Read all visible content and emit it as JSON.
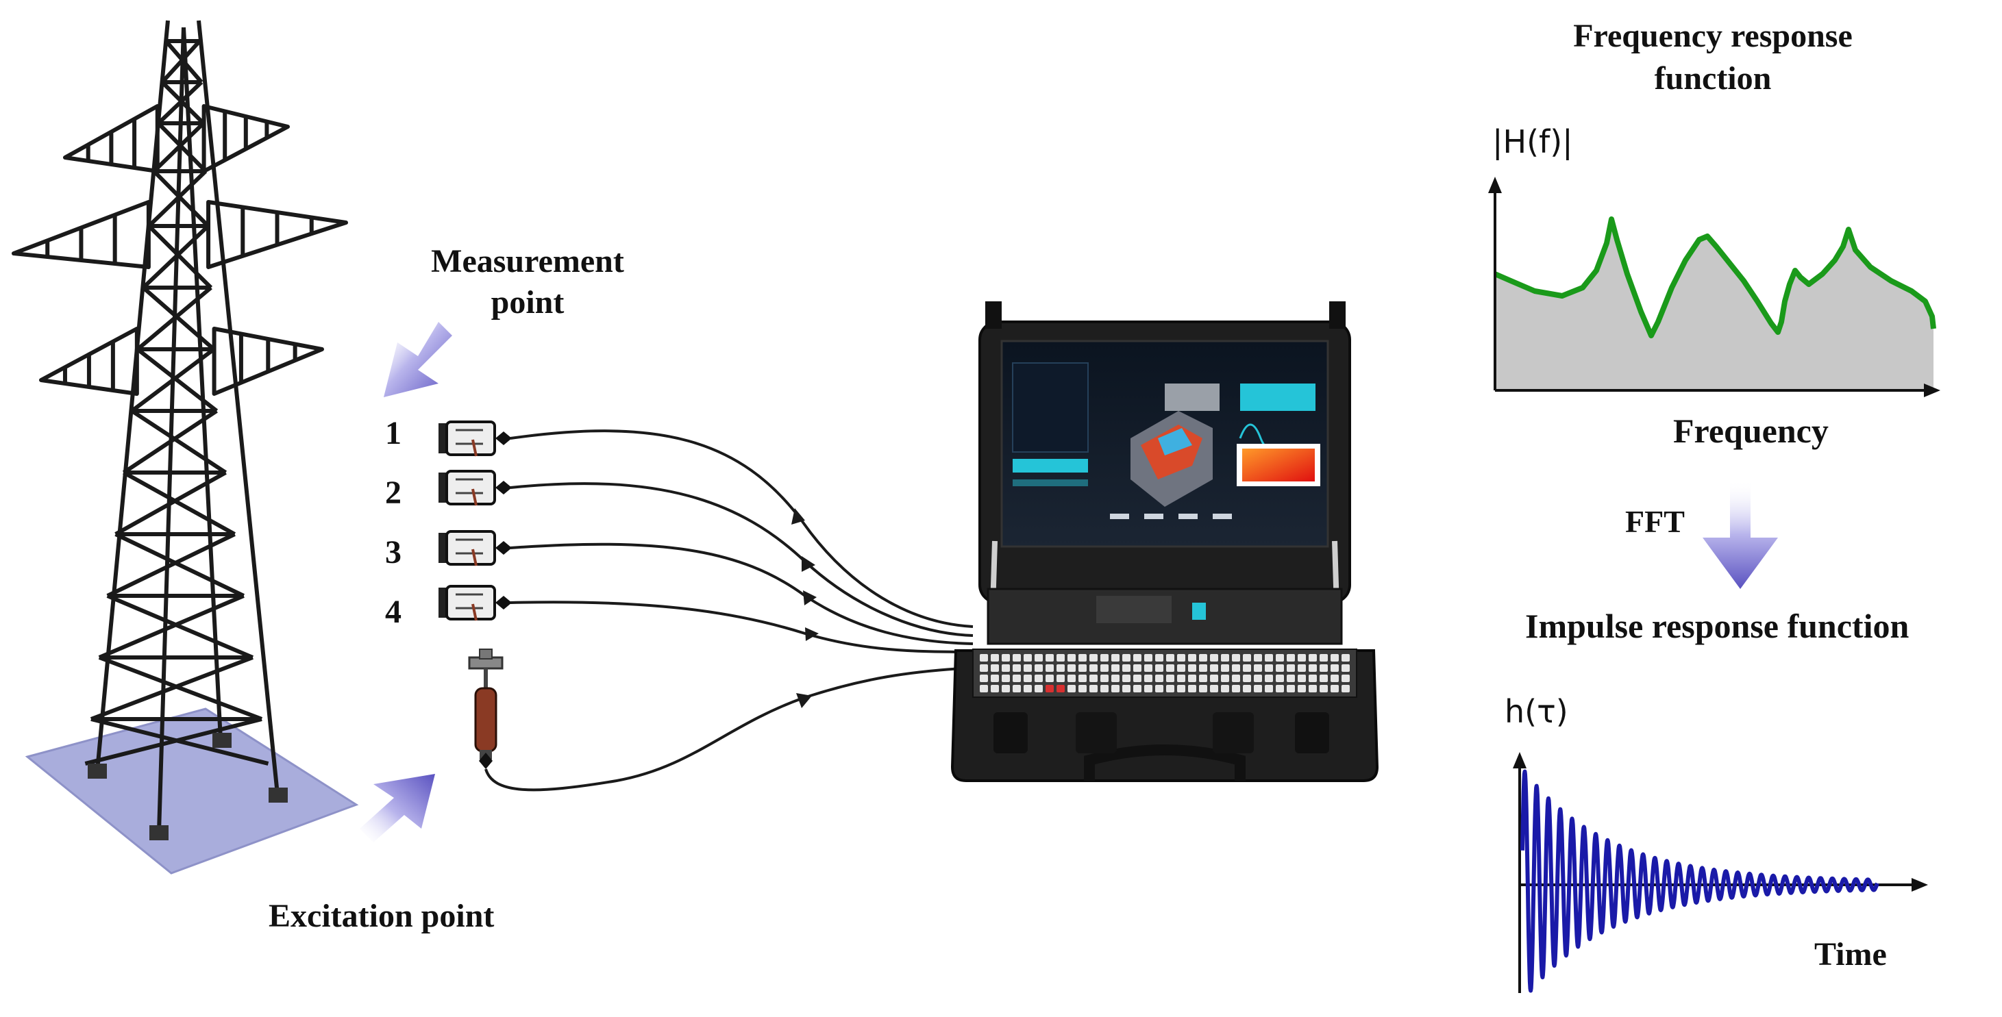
{
  "labels": {
    "measurement_point": [
      "Measurement",
      "point"
    ],
    "excitation_point": "Excitation point",
    "sensor_numbers": [
      "1",
      "2",
      "3",
      "4"
    ],
    "frf_title": [
      "Frequency response",
      "function"
    ],
    "frf_ylabel": "|H(f)|",
    "frf_xlabel": "Frequency",
    "fft": "FFT",
    "irf_title": "Impulse response function",
    "irf_ylabel": "h(τ)",
    "irf_xlabel": "Time"
  },
  "colors": {
    "tower": "#1a1a1a",
    "tower_base": "#a9addc",
    "arrow": "#6a63c8",
    "frf_line": "#1a9a1a",
    "frf_fill": "#c8c8c8",
    "irf_line": "#1a1aa8",
    "case": "#222222",
    "screen_accent": "#25c4d8"
  },
  "icons": [
    "transmission-tower-icon",
    "accelerometer-icon",
    "impact-hammer-icon",
    "data-acquisition-case-icon",
    "down-arrow-icon"
  ]
}
